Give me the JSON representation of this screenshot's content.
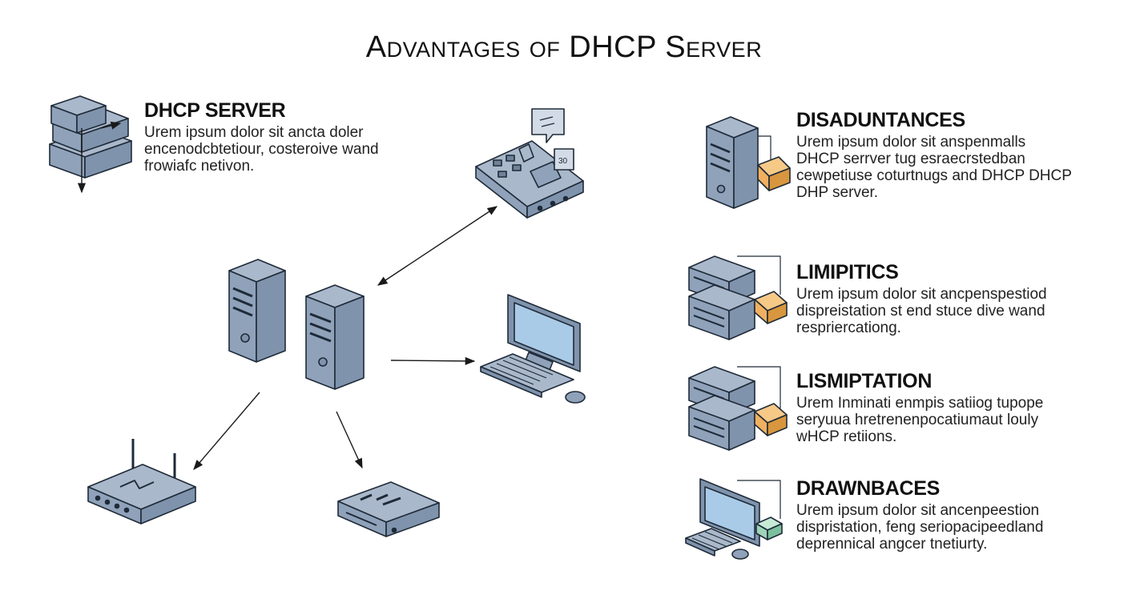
{
  "title": "Advantages of DHCP Server",
  "colors": {
    "device_top": "#aab8cb",
    "device_side": "#7f93ac",
    "device_front": "#8fa2ba",
    "outline": "#1e2a38",
    "accent_orange": "#f0b060",
    "accent_green": "#9fd4b8",
    "screen": "#a9cbe8"
  },
  "dhcp_server": {
    "heading": "DHCP SERVER",
    "lines": [
      "Urem ipsum dolor sit ancta doler",
      "encenodcbtetiour, costeroive wand",
      "frowiafc netivon."
    ]
  },
  "right_panels": [
    {
      "heading": "DISADUNTANCES",
      "lines": [
        "Urem ipsum dolor sit anspenmalls",
        "DHCP serrver tug esraecrstedban",
        "cewpetiuse coturtnugs and DHCP DHCP",
        "DHP server."
      ]
    },
    {
      "heading": "LIMIPITICS",
      "lines": [
        "Urem ipsum dolor sit ancpenspestiod",
        "dispreistation st end stuce dive wand",
        "respriercationg."
      ]
    },
    {
      "heading": "LISMIPTATION",
      "lines": [
        "Urem Inminati enmpis satiiog tupope",
        "seryuua hretrenenpocatiumaut louly",
        "wHCP retiions."
      ]
    },
    {
      "heading": "DRAWNBACES",
      "lines": [
        "Urem ipsum dolor sit ancenpeestion",
        "dispristation, feng seriopacipeedland",
        "deprennical angcer tnetiurty."
      ]
    }
  ],
  "icons": {
    "speech_bubble_text": "30"
  }
}
